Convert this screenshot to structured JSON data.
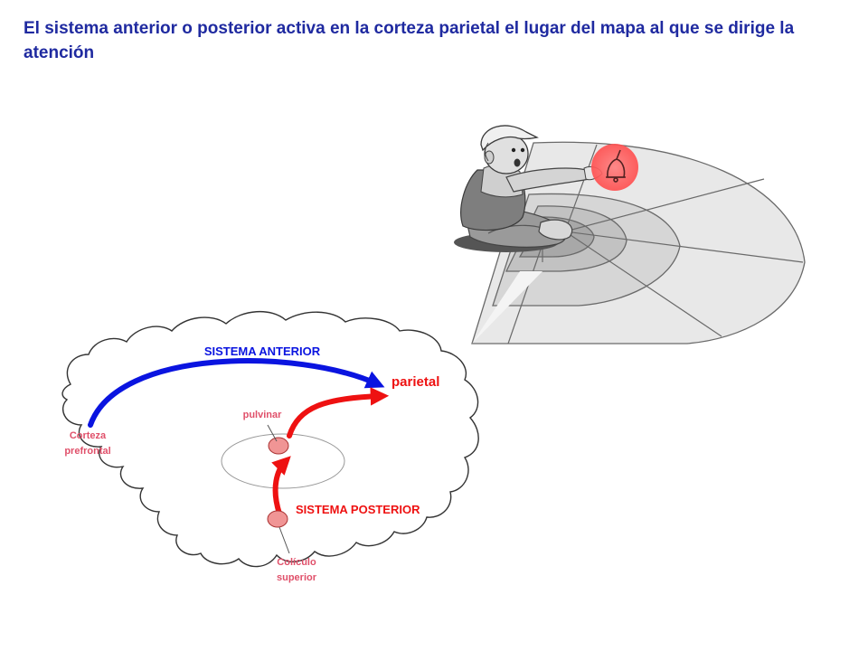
{
  "title": "El sistema anterior o posterior activa en la corteza parietal el lugar del mapa al que se dirige la atención",
  "labels": {
    "anterior_system": "SISTEMA ANTERIOR",
    "posterior_system": "SISTEMA POSTERIOR",
    "parietal": "parietal",
    "pulvinar": "pulvinar",
    "prefrontal_line1": "Corteza",
    "prefrontal_line2": "prefrontal",
    "colliculus_line1": "Colículo",
    "colliculus_line2": "superior"
  },
  "colors": {
    "title": "#1f2aa0",
    "anterior": "#0a14e0",
    "posterior": "#ee1111",
    "pink_label": "#e0506a",
    "focus": "#ff5a5a"
  }
}
